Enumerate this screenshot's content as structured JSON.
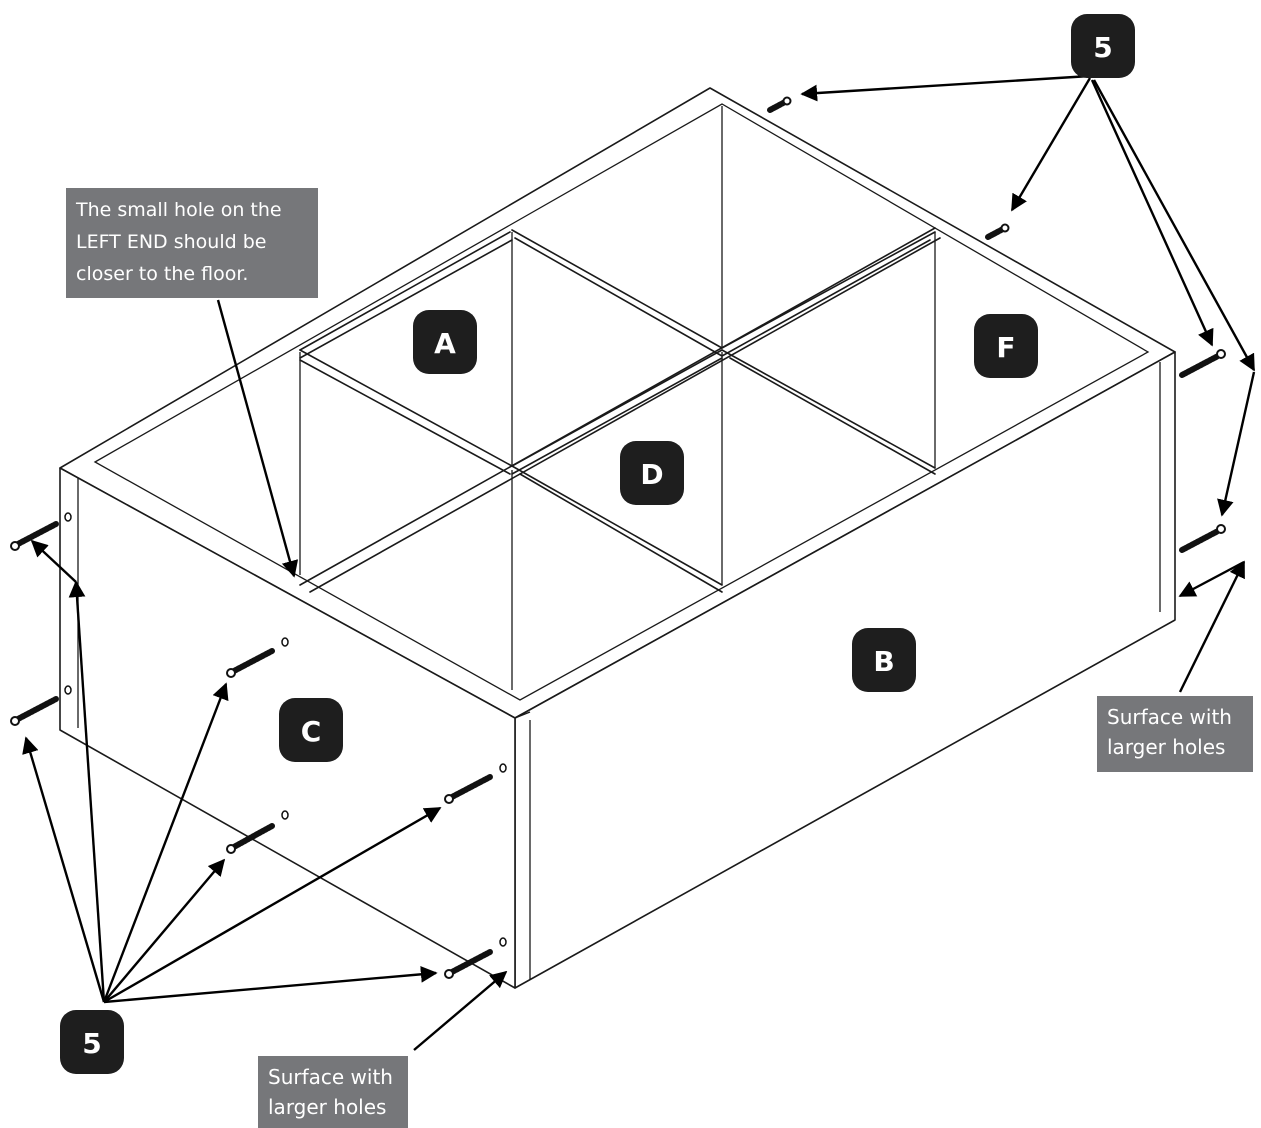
{
  "labels": {
    "part_a": "A",
    "part_b": "B",
    "part_c": "C",
    "part_d": "D",
    "part_f": "F",
    "screw_top": "5",
    "screw_bottom": "5"
  },
  "notes": {
    "left_end_hole": "The small hole on the\nLEFT END should be\ncloser to the floor.",
    "surface_right": "Surface with\nlarger holes",
    "surface_bottom": "Surface with\nlarger holes"
  },
  "colors": {
    "badge": "#1e1e1e",
    "note_bg": "#76777a",
    "line": "#1a1a1a"
  }
}
